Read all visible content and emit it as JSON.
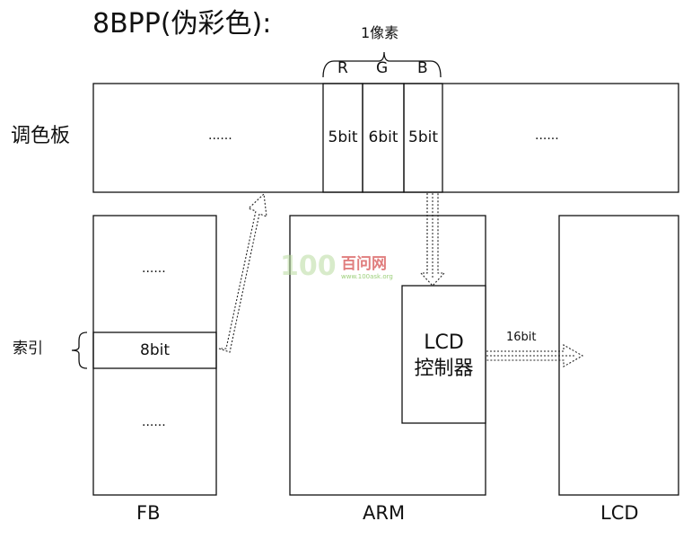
{
  "title": "8BPP(伪彩色):",
  "palette": {
    "label": "调色板",
    "pixel_label": "1像素",
    "channels": [
      "R",
      "G",
      "B"
    ],
    "cells": [
      "5bit",
      "6bit",
      "5bit"
    ],
    "left_dots": "......",
    "right_dots": "......"
  },
  "framebuffer": {
    "label": "FB",
    "index_label": "索引",
    "cell": "8bit",
    "top_dots": "......",
    "bottom_dots": "......"
  },
  "arm": {
    "label": "ARM",
    "controller_line1": "LCD",
    "controller_line2": "控制器"
  },
  "lcd": {
    "label": "LCD",
    "bus_label": "16bit"
  },
  "watermark": {
    "logo": "100",
    "name": "百问网",
    "url": "www.100ask.org"
  }
}
